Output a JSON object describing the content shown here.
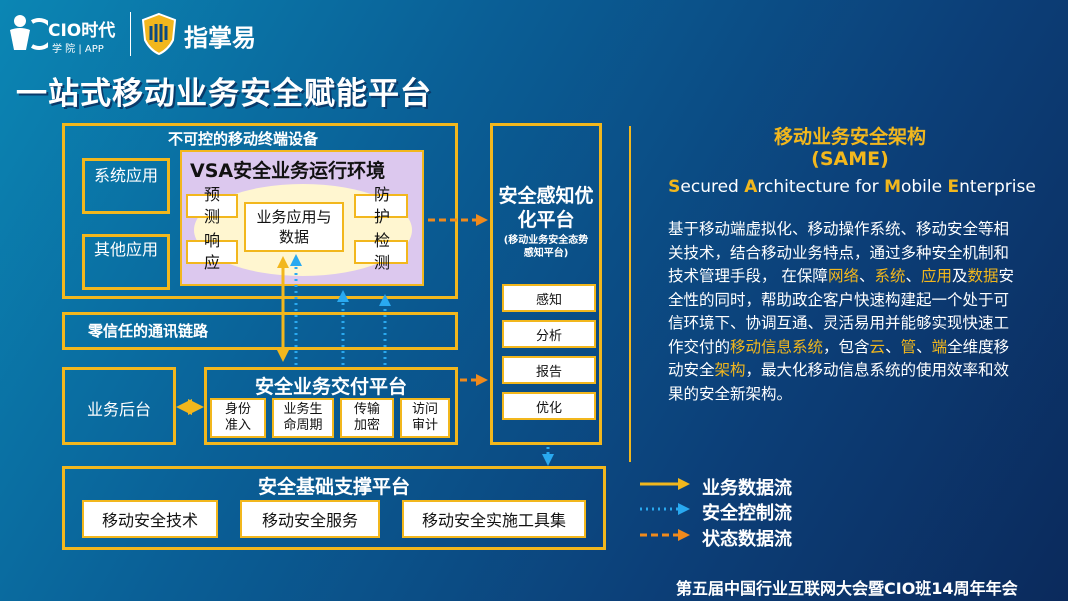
{
  "logo": {
    "cio_main": "CIO时代",
    "cio_sub": "学 院 | APP",
    "brand": "指掌易"
  },
  "title": "一站式移动业务安全赋能平台",
  "diagram": {
    "uncontrolled_terminal": "不可控的移动终端设备",
    "vsa_env": "VSA安全业务运行环境",
    "system_app": "系统应用",
    "other_app": "其他应用",
    "predict": "预测",
    "respond": "响应",
    "business_app_data": "业务应用与数据",
    "protect": "防护",
    "detect": "检测",
    "zero_trust": "零信任的通讯链路",
    "business_backend": "业务后台",
    "delivery_platform": "安全业务交付平台",
    "delivery_items": [
      "身份准入",
      "业务生命周期",
      "传输加密",
      "访问审计"
    ],
    "perception_title": "安全感知优化平台",
    "perception_sub": "(移动业务安全态势感知平台)",
    "perception_items": [
      "感知",
      "分析",
      "报告",
      "优化"
    ],
    "foundation_title": "安全基础支撑平台",
    "foundation_items": [
      "移动安全技术",
      "移动安全服务",
      "移动安全实施工具集"
    ]
  },
  "legend": [
    {
      "label": "业务数据流",
      "color": "#f2b71d",
      "style": "solid"
    },
    {
      "label": "安全控制流",
      "color": "#29a9f0",
      "style": "dotted"
    },
    {
      "label": "状态数据流",
      "color": "#f08a1c",
      "style": "dashed"
    }
  ],
  "right": {
    "heading": "移动业务安全架构",
    "heading_abbr": "(SAME)",
    "english": {
      "parts": [
        {
          "cap": "S",
          "rest": "ecured "
        },
        {
          "cap": "A",
          "rest": "rchitecture for "
        },
        {
          "cap": "M",
          "rest": "obile "
        },
        {
          "cap": "E",
          "rest": "nterprise"
        }
      ]
    },
    "para": [
      {
        "text": "基于移动端虚拟化、移动操作系统、移动安全等相关技术，结合移动业务特点，通过多种安全机制和技术管理手段， 在保障",
        "hl": false
      },
      {
        "text": "网络",
        "hl": true
      },
      {
        "text": "、",
        "hl": false
      },
      {
        "text": "系统",
        "hl": true
      },
      {
        "text": "、",
        "hl": false
      },
      {
        "text": "应用",
        "hl": true
      },
      {
        "text": "及",
        "hl": false
      },
      {
        "text": "数据",
        "hl": true
      },
      {
        "text": "安全性的同时，帮助政企客户快速构建起一个处于可信环境下、协调互通、灵活易用并能够实现快速工作交付的",
        "hl": false
      },
      {
        "text": "移动信息系统",
        "hl": true
      },
      {
        "text": "，包含",
        "hl": false
      },
      {
        "text": "云",
        "hl": true
      },
      {
        "text": "、",
        "hl": false
      },
      {
        "text": "管",
        "hl": true
      },
      {
        "text": "、",
        "hl": false
      },
      {
        "text": "端",
        "hl": true
      },
      {
        "text": "全维度移动安全",
        "hl": false
      },
      {
        "text": "架构",
        "hl": true
      },
      {
        "text": "，最大化移动信息系统的使用效率和效果的安全新架构。",
        "hl": false
      }
    ]
  },
  "footer": "第五届中国行业互联网大会暨CIO班14周年年会",
  "colors": {
    "gold": "#f2b71d",
    "blue": "#29a9f0",
    "orange": "#f08a1c",
    "lavender": "#dcc8ee"
  }
}
